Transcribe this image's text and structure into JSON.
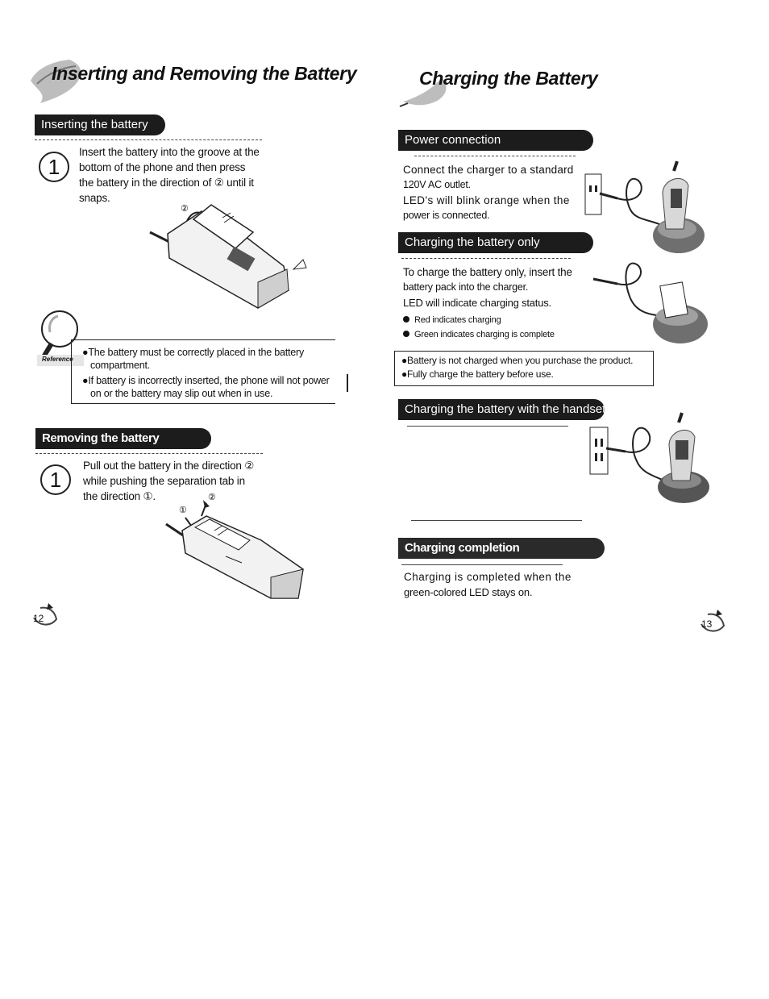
{
  "left": {
    "title": "Inserting and Removing the Battery",
    "insert": {
      "heading": "Inserting the battery",
      "step_number": "1",
      "text": "Insert the battery into the groove at the bottom of the phone and then press the battery in the direction of ② until it snaps.",
      "arrow_label": "②"
    },
    "reference": {
      "label": "Reference",
      "items": [
        "●The battery must be correctly placed in the battery compartment.",
        "●If battery is incorrectly inserted, the phone will not power on or the battery may slip out when in use."
      ]
    },
    "remove": {
      "heading": "Removing the battery",
      "step_number": "1",
      "text": "Pull out the battery in the direction ② while pushing the separation tab in the direction ①.",
      "label_1": "①",
      "label_2": "②"
    },
    "page_number": "12"
  },
  "right": {
    "title": "Charging the Battery",
    "power": {
      "heading": "Power connection",
      "line1": "Connect the charger to a standard",
      "line2": "120V AC outlet.",
      "line3": "LED's will blink orange when the",
      "line4": "power is connected."
    },
    "only": {
      "heading": "Charging the battery only",
      "line1": "To charge the battery only, insert the",
      "line2": "battery pack into the charger.",
      "line3": "LED will indicate charging status.",
      "bullets": [
        "Red indicates charging",
        "Green indicates charging is complete"
      ]
    },
    "notice": [
      "●Battery is not charged when you purchase the product.",
      "●Fully charge the battery before use."
    ],
    "handset": {
      "heading": "Charging the battery with the handset"
    },
    "completion": {
      "heading": "Charging completion",
      "line1": "Charging is completed when the",
      "line2": "green-colored LED stays on."
    },
    "page_number": "13"
  }
}
